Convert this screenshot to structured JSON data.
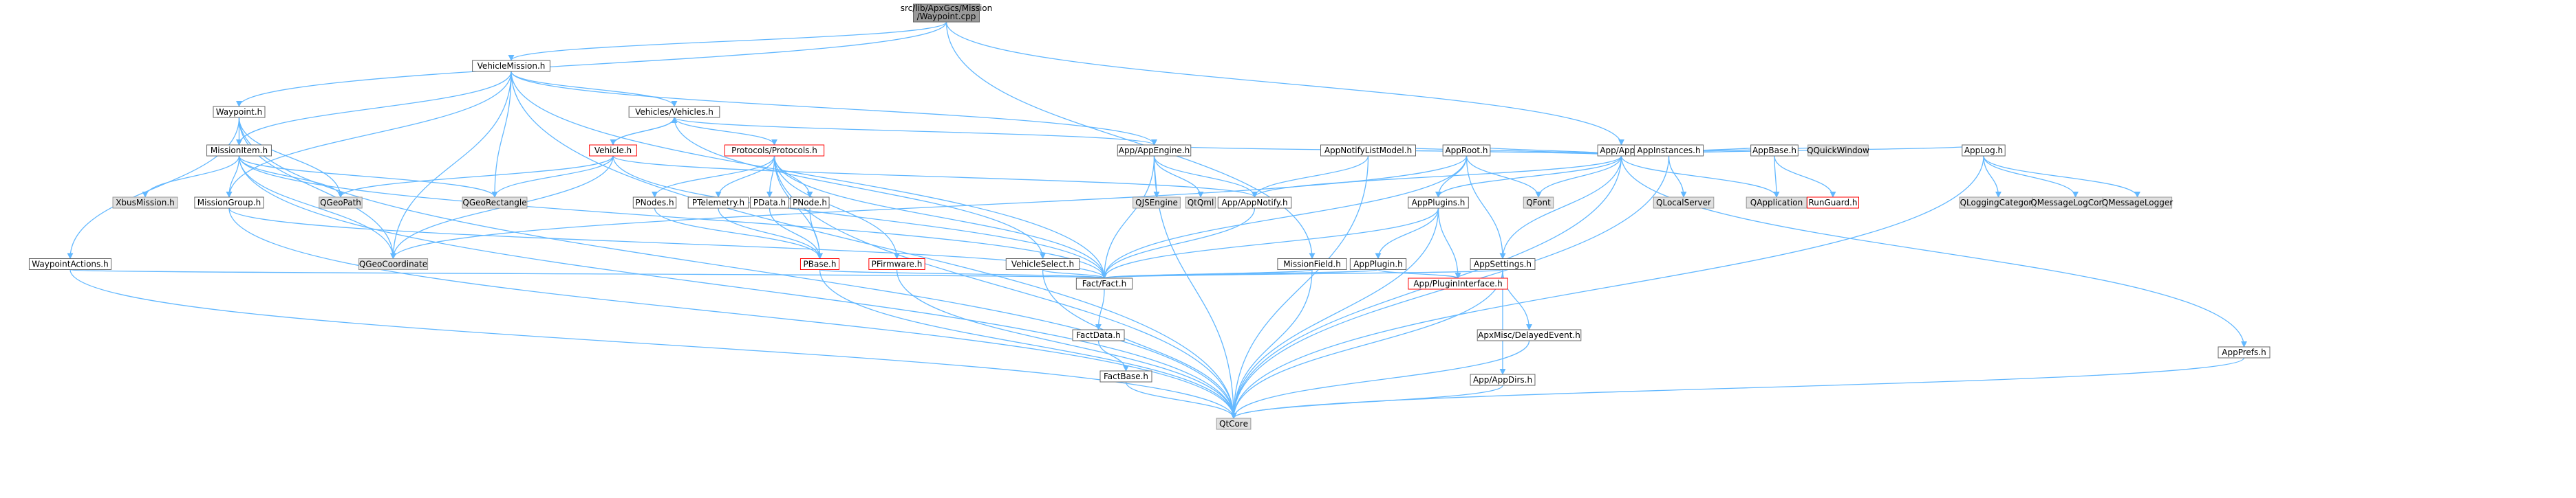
{
  "nodes": {
    "root": [
      "src/lib/ApxGcs/Mission",
      "/Waypoint.cpp"
    ],
    "vehiclemission": "VehicleMission.h",
    "waypoint": "Waypoint.h",
    "missionitem": "MissionItem.h",
    "xbusmission": "XbusMission.h",
    "missiongroup": "MissionGroup.h",
    "qgeopath": "QGeoPath",
    "qgeocoordinate": "QGeoCoordinate",
    "qgeorectangle": "QGeoRectangle",
    "waypointactions": "WaypointActions.h",
    "vehiclesh": "Vehicles/Vehicles.h",
    "vehicleh": "Vehicle.h",
    "protocols": "Protocols/Protocols.h",
    "pnodes": "PNodes.h",
    "ptelemetry": "PTelemetry.h",
    "pdata": "PData.h",
    "pnode": "PNode.h",
    "pbase": "PBase.h",
    "pfirmware": "PFirmware.h",
    "vehicleselect": "VehicleSelect.h",
    "appengine": "App/AppEngine.h",
    "qjsengine": "QJSEngine",
    "qtqml": "QtQml",
    "appnotify": "App/AppNotify.h",
    "missionfield": "MissionField.h",
    "fact": "Fact/Fact.h",
    "factdata": "FactData.h",
    "factbase": "FactBase.h",
    "qtcore": "QtCore",
    "appapp": "App/App.h",
    "appnotifylistmodel": "AppNotifyListModel.h",
    "approot": "AppRoot.h",
    "appplugins": "AppPlugins.h",
    "appplugin": "AppPlugin.h",
    "apppluginiface": "App/PluginInterface.h",
    "appsettings": "AppSettings.h",
    "delayedevent": "ApxMisc/DelayedEvent.h",
    "appdirs": "App/AppDirs.h",
    "qfont": "QFont",
    "appinstances": "AppInstances.h",
    "qlocalserver": "QLocalServer",
    "appbase": "AppBase.h",
    "qapplication": "QApplication",
    "runguard": "RunGuard.h",
    "qquickwindow": "QQuickWindow",
    "applog": "AppLog.h",
    "qloggingcategory": "QLoggingCategory",
    "qmessagelogcontext": "QMessageLogContext",
    "qmessagelogger": "QMessageLogger",
    "appprefs": "AppPrefs.h"
  },
  "colors": {
    "edge": "#63b8ff",
    "node_border": "#666666",
    "node_fill": "#ffffff",
    "root_fill": "#999999",
    "system_fill": "#e0e0e0",
    "system_border": "#999999",
    "truncated_border": "#ff0000"
  }
}
